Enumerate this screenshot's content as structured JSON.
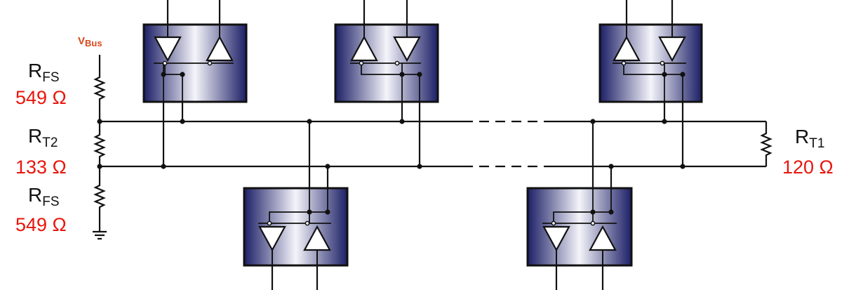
{
  "colors": {
    "wire": "#111111",
    "value_text": "#e8160c",
    "supply_text": "#d9481c",
    "transceiver_dark": "#1c1f66",
    "transceiver_light": "#f4f4fa"
  },
  "supply": {
    "main": "V",
    "sub": "Bus"
  },
  "resistors": [
    {
      "id": "rfs-top",
      "main": "R",
      "sub": "FS",
      "value": "549 Ω"
    },
    {
      "id": "rt2",
      "main": "R",
      "sub": "T2",
      "value": "133 Ω"
    },
    {
      "id": "rfs-bottom",
      "main": "R",
      "sub": "FS",
      "value": "549 Ω"
    },
    {
      "id": "rt1",
      "main": "R",
      "sub": "T1",
      "value": "120 Ω"
    }
  ],
  "transceivers": [
    {
      "id": "transceiver-1",
      "row": "top",
      "left_triangle": "down",
      "right_triangle": "up"
    },
    {
      "id": "transceiver-2",
      "row": "top",
      "left_triangle": "up",
      "right_triangle": "down"
    },
    {
      "id": "transceiver-3",
      "row": "top",
      "left_triangle": "up",
      "right_triangle": "down"
    },
    {
      "id": "transceiver-4",
      "row": "bottom",
      "left_triangle": "down",
      "right_triangle": "up"
    },
    {
      "id": "transceiver-5",
      "row": "bottom",
      "left_triangle": "down",
      "right_triangle": "up"
    }
  ]
}
